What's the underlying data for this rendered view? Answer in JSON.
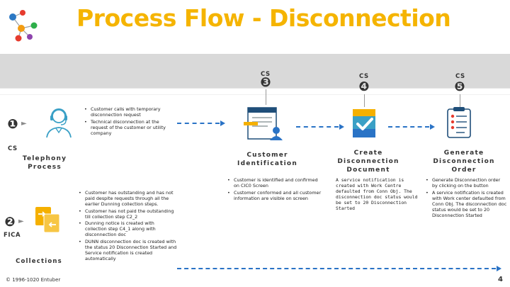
{
  "title": "Process Flow - Disconnection",
  "colors": {
    "title": "#f5b400",
    "arrow": "#2a73c6",
    "band": "#d9d9d9",
    "icon_blue": "#3aa0c6",
    "icon_orange": "#f5b000"
  },
  "telephony": {
    "num": "❶",
    "role": "CS",
    "name_line1": "Telephony",
    "name_line2": "Process",
    "bullets": [
      "Customer calls with temporary disconnection request",
      "Technical disconnection at the request of the customer or utility company"
    ]
  },
  "collections": {
    "num": "❷",
    "role": "FICA",
    "name": "Collections",
    "bullets": [
      "Customer has outstanding and has not paid despite requests through all the earlier Dunning collection steps.",
      "Customer has not paid the outstanding till collection step C2_2",
      "Dunning notice is created with collection step C4_1 along with disconnection doc",
      "DUNN disconnection doc is created with the status 20 Disconnection Started and Service notification is created automatically"
    ]
  },
  "steps": [
    {
      "role": "CS",
      "num": "❸",
      "name_line1": "Customer",
      "name_line2": "Identification",
      "name_line3": "",
      "bullets": [
        "Customer is identified and confirmed on CIC0 Screen",
        "Customer conformed and all customer information are visible on screen"
      ]
    },
    {
      "role": "CS",
      "num": "❹",
      "name_line1": "Create",
      "name_line2": "Disconnection",
      "name_line3": "Document",
      "text": "A service notification is created with Work Centre defaulted from Conn Obj. The disconnection doc status would be set to 20 Disconnection Started"
    },
    {
      "role": "CS",
      "num": "❺",
      "name_line1": "Generate",
      "name_line2": "Disconnection",
      "name_line3": "Order",
      "bullets": [
        "Generate Disconnection order by clicking on the button",
        "A service notification is created with Work center defaulted from Conn Obj. The disconnection doc status would be set to 20 Disconnection Started"
      ]
    }
  ],
  "footer": "© 1996-1020 Entuber",
  "page_number": "4"
}
